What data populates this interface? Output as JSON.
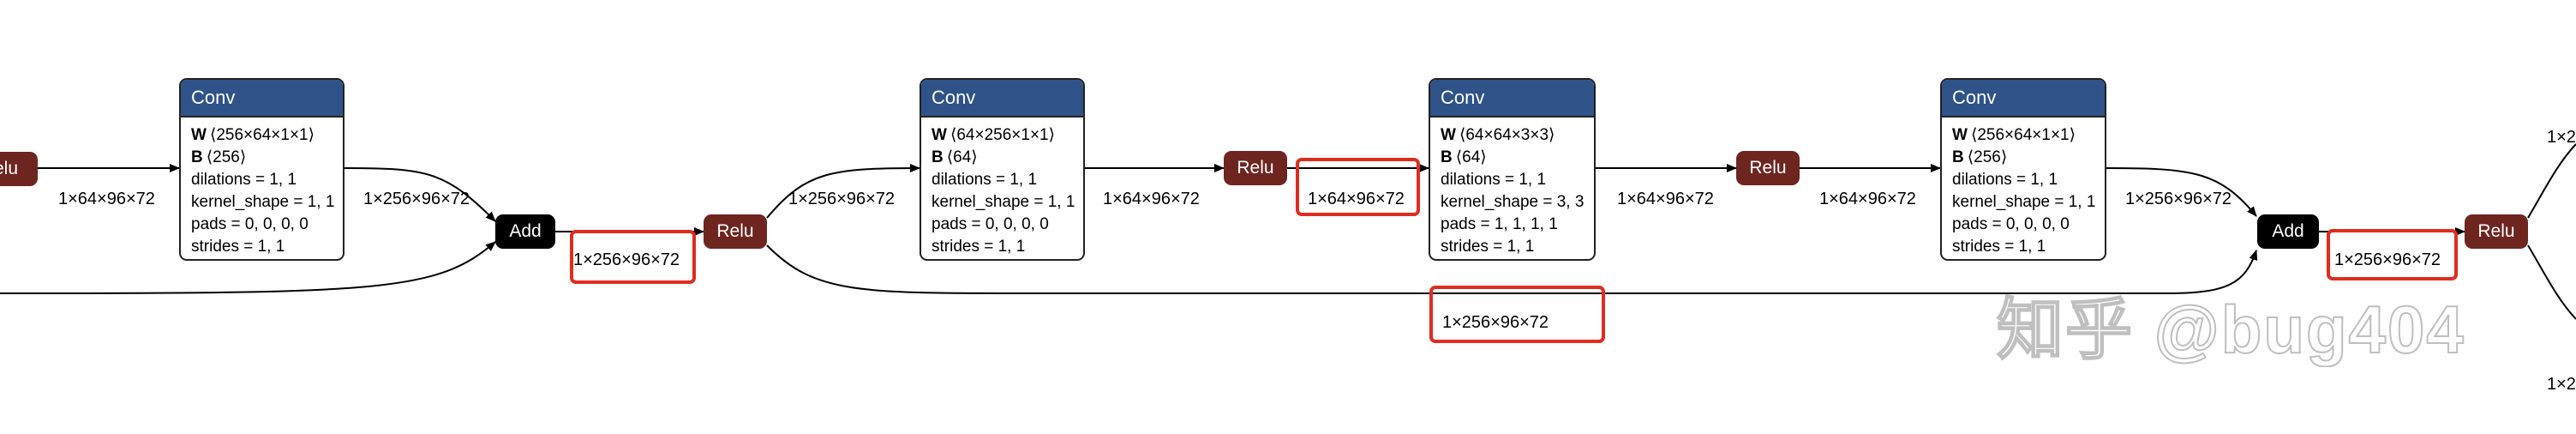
{
  "nodes": {
    "conv1": {
      "title": "Conv",
      "w_key": "W",
      "w_val": "⟨256×64×1×1⟩",
      "b_key": "B",
      "b_val": "⟨256⟩",
      "dilations": "dilations = 1, 1",
      "kernel_shape": "kernel_shape = 1, 1",
      "pads": "pads = 0, 0, 0, 0",
      "strides": "strides = 1, 1"
    },
    "conv2": {
      "title": "Conv",
      "w_key": "W",
      "w_val": "⟨64×256×1×1⟩",
      "b_key": "B",
      "b_val": "⟨64⟩",
      "dilations": "dilations = 1, 1",
      "kernel_shape": "kernel_shape = 1, 1",
      "pads": "pads = 0, 0, 0, 0",
      "strides": "strides = 1, 1"
    },
    "conv3": {
      "title": "Conv",
      "w_key": "W",
      "w_val": "⟨64×64×3×3⟩",
      "b_key": "B",
      "b_val": "⟨64⟩",
      "dilations": "dilations = 1, 1",
      "kernel_shape": "kernel_shape = 3, 3",
      "pads": "pads = 1, 1, 1, 1",
      "strides": "strides = 1, 1"
    },
    "conv4": {
      "title": "Conv",
      "w_key": "W",
      "w_val": "⟨256×64×1×1⟩",
      "b_key": "B",
      "b_val": "⟨256⟩",
      "dilations": "dilations = 1, 1",
      "kernel_shape": "kernel_shape = 1, 1",
      "pads": "pads = 0, 0, 0, 0",
      "strides": "strides = 1, 1"
    },
    "relu0": "elu",
    "relu1": "Relu",
    "relu2": "Relu",
    "relu3": "Relu",
    "relu4": "Relu",
    "add1": "Add",
    "add2": "Add"
  },
  "edge_labels": {
    "e_relu0_conv1": "1×64×96×72",
    "e_conv1_add1": "1×256×96×72",
    "e_add1_relu1": "1×256×96×72",
    "e_relu1_conv2": "1×256×96×72",
    "e_conv2_relu2": "1×64×96×72",
    "e_relu2_conv3": "1×64×96×72",
    "e_conv3_relu3": "1×64×96×72",
    "e_relu3_conv4": "1×64×96×72",
    "e_conv4_add2": "1×256×96×72",
    "e_skip": "1×256×96×72",
    "e_add2_relu4": "1×256×96×72",
    "e_out_top": "1×2",
    "e_out_bottom": "1×2"
  },
  "watermark": "知乎 @bug404",
  "colors": {
    "conv_header": "#2f5389",
    "relu": "#6e2520",
    "add": "#000000",
    "highlight": "#e02c1f",
    "edge": "#000000"
  }
}
